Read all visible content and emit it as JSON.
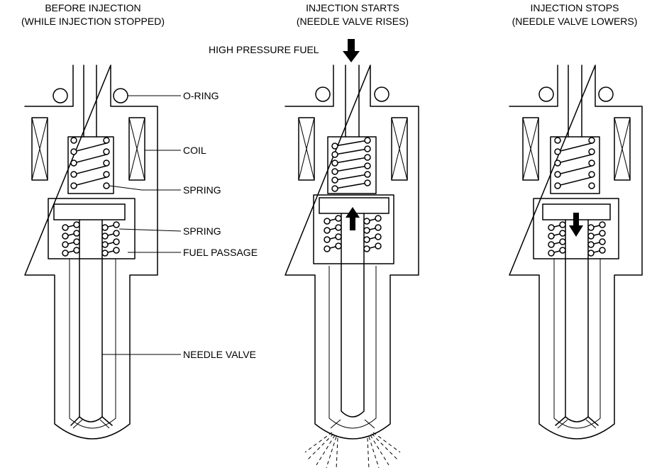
{
  "panels": [
    {
      "title_line1": "BEFORE INJECTION",
      "title_line2": "(WHILE INJECTION STOPPED)"
    },
    {
      "title_line1": "INJECTION STARTS",
      "title_line2": "(NEEDLE VALVE RISES)"
    },
    {
      "title_line1": "INJECTION STOPS",
      "title_line2": "(NEEDLE VALVE LOWERS)"
    }
  ],
  "labels": {
    "high_pressure_fuel": "HIGH PRESSURE FUEL",
    "o_ring": "O-RING",
    "coil": "COIL",
    "spring_upper": "SPRING",
    "spring_lower": "SPRING",
    "fuel_passage": "FUEL PASSAGE",
    "needle_valve": "NEEDLE VALVE"
  }
}
